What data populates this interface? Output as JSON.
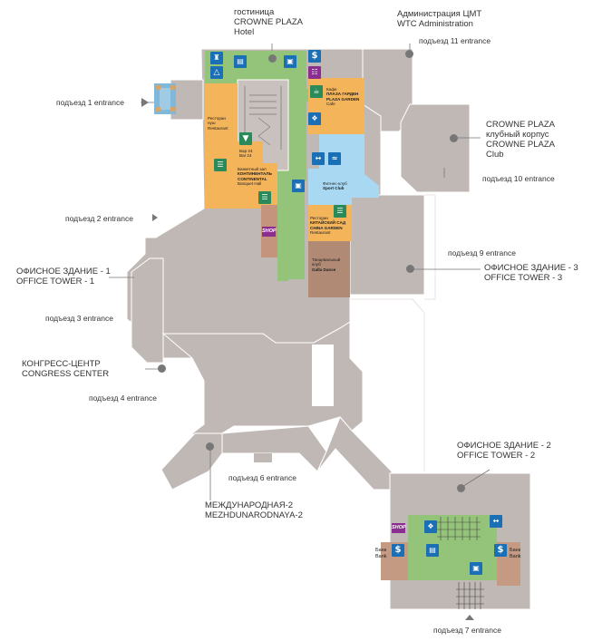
{
  "labels": {
    "hotel_ru": "гостиница",
    "hotel_en": "CROWNE PLAZA",
    "hotel_sub": "Hotel",
    "wtc_admin_ru": "Администрация ЦМТ",
    "wtc_admin_en": "WTC Administration",
    "entrance11": "подъезд 11 entrance",
    "entrance1": "подъезд 1 entrance",
    "club_en1": "CROWNE PLAZA",
    "club_ru": "клубный корпус",
    "club_en2": "CROWNE PLAZA",
    "club_sub": "Club",
    "entrance10": "подъезд 10 entrance",
    "entrance2": "подъезд 2 entrance",
    "entrance9": "подъезд 9 entrance",
    "tower3_ru": "ОФИСНОЕ ЗДАНИЕ - 3",
    "tower3_en": "OFFICE TOWER - 3",
    "tower1_ru": "ОФИСНОЕ ЗДАНИЕ - 1",
    "tower1_en": "OFFICE TOWER - 1",
    "entrance3": "подъезд 3 entrance",
    "congress_ru": "КОНГРЕСС-ЦЕНТР",
    "congress_en": "CONGRESS CENTER",
    "entrance4": "подъезд 4 entrance",
    "tower2_ru": "ОФИСНОЕ ЗДАНИЕ - 2",
    "tower2_en": "OFFICE TOWER - 2",
    "entrance6": "подъезд 6 entrance",
    "mezh_ru": "МЕЖДУНАРОДНАЯ-2",
    "mezh_en": "MEZHDUNARODNAYA-2",
    "entrance7": "подъезд 7 entrance"
  },
  "venues": {
    "restaurant_ru": "Ресторан",
    "restaurant_ru2": "нуш",
    "restaurant_en": "Restaurant",
    "bar_ru": "Бар 24",
    "bar_en": "Bar 24",
    "cafe_ru": "Кафе",
    "cafe_name_ru": "ПЛАЗА ГАРДЕН",
    "cafe_name_en": "PLAZA GARDEN",
    "cafe_en": "Cafe",
    "banquet_ru": "Банкетный зал",
    "banquet_name_ru": "КОНТИНЕНТАЛЬ",
    "banquet_name_en": "CONTINENTAL",
    "banquet_en": "Banquet Hall",
    "fitness_ru": "Фитнес-клуб",
    "fitness_en": "Sport Club",
    "china_ru": "Ресторан",
    "china_name_ru": "КИТАЙСКИЙ САД",
    "china_name_en": "CHINA GARDEN",
    "china_en": "Restaurant",
    "dance_ru": "Танцевальный",
    "dance_ru2": "клуб",
    "dance_en": "Galla Dance",
    "bank_left_ru": "Банк",
    "bank_left_en": "Bank",
    "bank_right_ru": "Банк",
    "bank_right_en": "Bank",
    "shop1": "SHOP",
    "shop2": "SHOP"
  },
  "icons": {
    "wc": "restroom-icon",
    "atm": "dollar-icon",
    "cloak": "coat-hanger-icon",
    "info": "info-desk-icon",
    "pool": "swimming-icon",
    "fitness": "dumbbell-icon",
    "food": "fork-knife-icon",
    "bar": "cocktail-icon",
    "cafe": "coffee-cup-icon",
    "phone": "phone-icon"
  },
  "colors": {
    "building": "#c0b8b5",
    "gallery": "#94c47a",
    "restaurant": "#f4b45a",
    "pool": "#a9d8f2",
    "shop_area": "#c4957c",
    "dance": "#b08a74",
    "bank": "#c49a82",
    "badge_blue": "#1a6fb5",
    "shop": "#8a2f8f"
  }
}
